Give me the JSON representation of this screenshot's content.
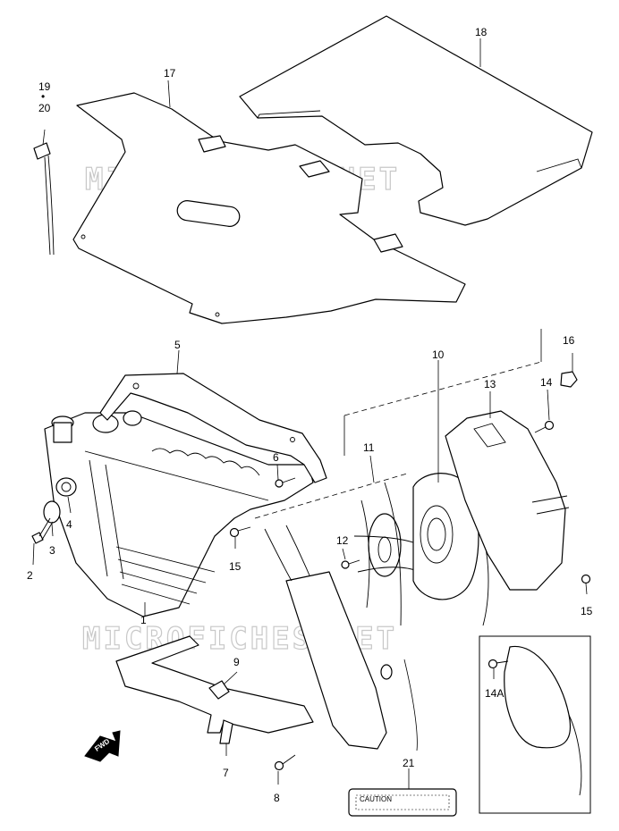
{
  "watermark": "MICROFICHES.NET",
  "callouts": {
    "c1": "1",
    "c2": "2",
    "c3": "3",
    "c4": "4",
    "c5": "5",
    "c6": "6",
    "c7": "7",
    "c8": "8",
    "c9": "9",
    "c10": "10",
    "c11": "11",
    "c12": "12",
    "c13": "13",
    "c14": "14",
    "c14a": "14A",
    "c15a": "15",
    "c15b": "15",
    "c16": "16",
    "c17": "17",
    "c18": "18",
    "c19": "19",
    "c19sep": "•",
    "c20": "20",
    "c21": "21"
  },
  "caution_label": "CAUTION",
  "fwd_label": "FWD"
}
